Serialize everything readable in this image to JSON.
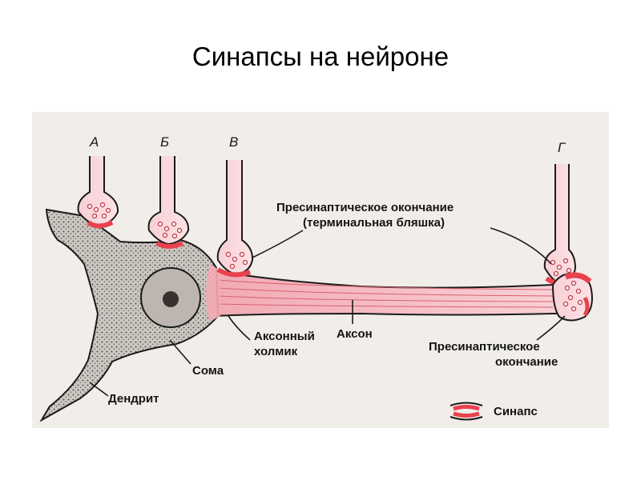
{
  "title": "Синапсы на нейроне",
  "letters": [
    "А",
    "Б",
    "В",
    "Г"
  ],
  "labels": {
    "presynaptic_terminal_line1": "Пресинаптическое окончание",
    "presynaptic_terminal_line2": "(терминальная бляшка)",
    "axon_hillock_line1": "Аксонный",
    "axon_hillock_line2": "холмик",
    "axon": "Аксон",
    "presynaptic_ending_line1": "Пресинаптическое",
    "presynaptic_ending_line2": "окончание",
    "soma": "Сома",
    "dendrite": "Дендрит"
  },
  "legend": {
    "synapse": "Синапс"
  },
  "colors": {
    "panel": "#f1eeea",
    "soma_fill": "#cfcac4",
    "synapse_red": "#e8424e",
    "axon_pink": "#f3b9c0",
    "outline": "#1a1a1a"
  }
}
